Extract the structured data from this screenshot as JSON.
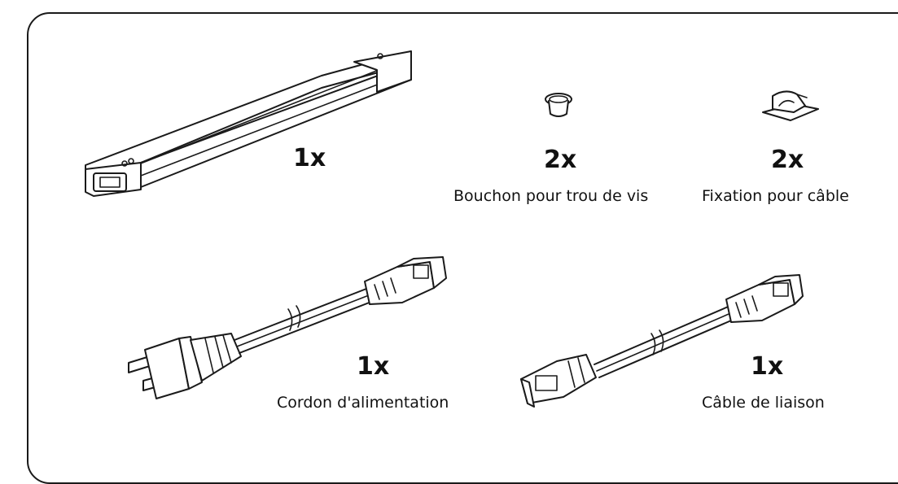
{
  "parts": {
    "light_bar": {
      "icon": "led-light-bar-icon",
      "quantity": "1x"
    },
    "screw_cap": {
      "icon": "screw-hole-cap-icon",
      "quantity": "2x",
      "label": "Bouchon pour trou de vis"
    },
    "cable_clip": {
      "icon": "cable-clip-icon",
      "quantity": "2x",
      "label": "Fixation pour câble"
    },
    "power_cord": {
      "icon": "power-cord-icon",
      "quantity": "1x",
      "label": "Cordon d'alimentation"
    },
    "link_cable": {
      "icon": "link-cable-icon",
      "quantity": "1x",
      "label": "Câble de liaison"
    }
  },
  "colors": {
    "line": "#1a1a1a",
    "background": "#ffffff"
  }
}
